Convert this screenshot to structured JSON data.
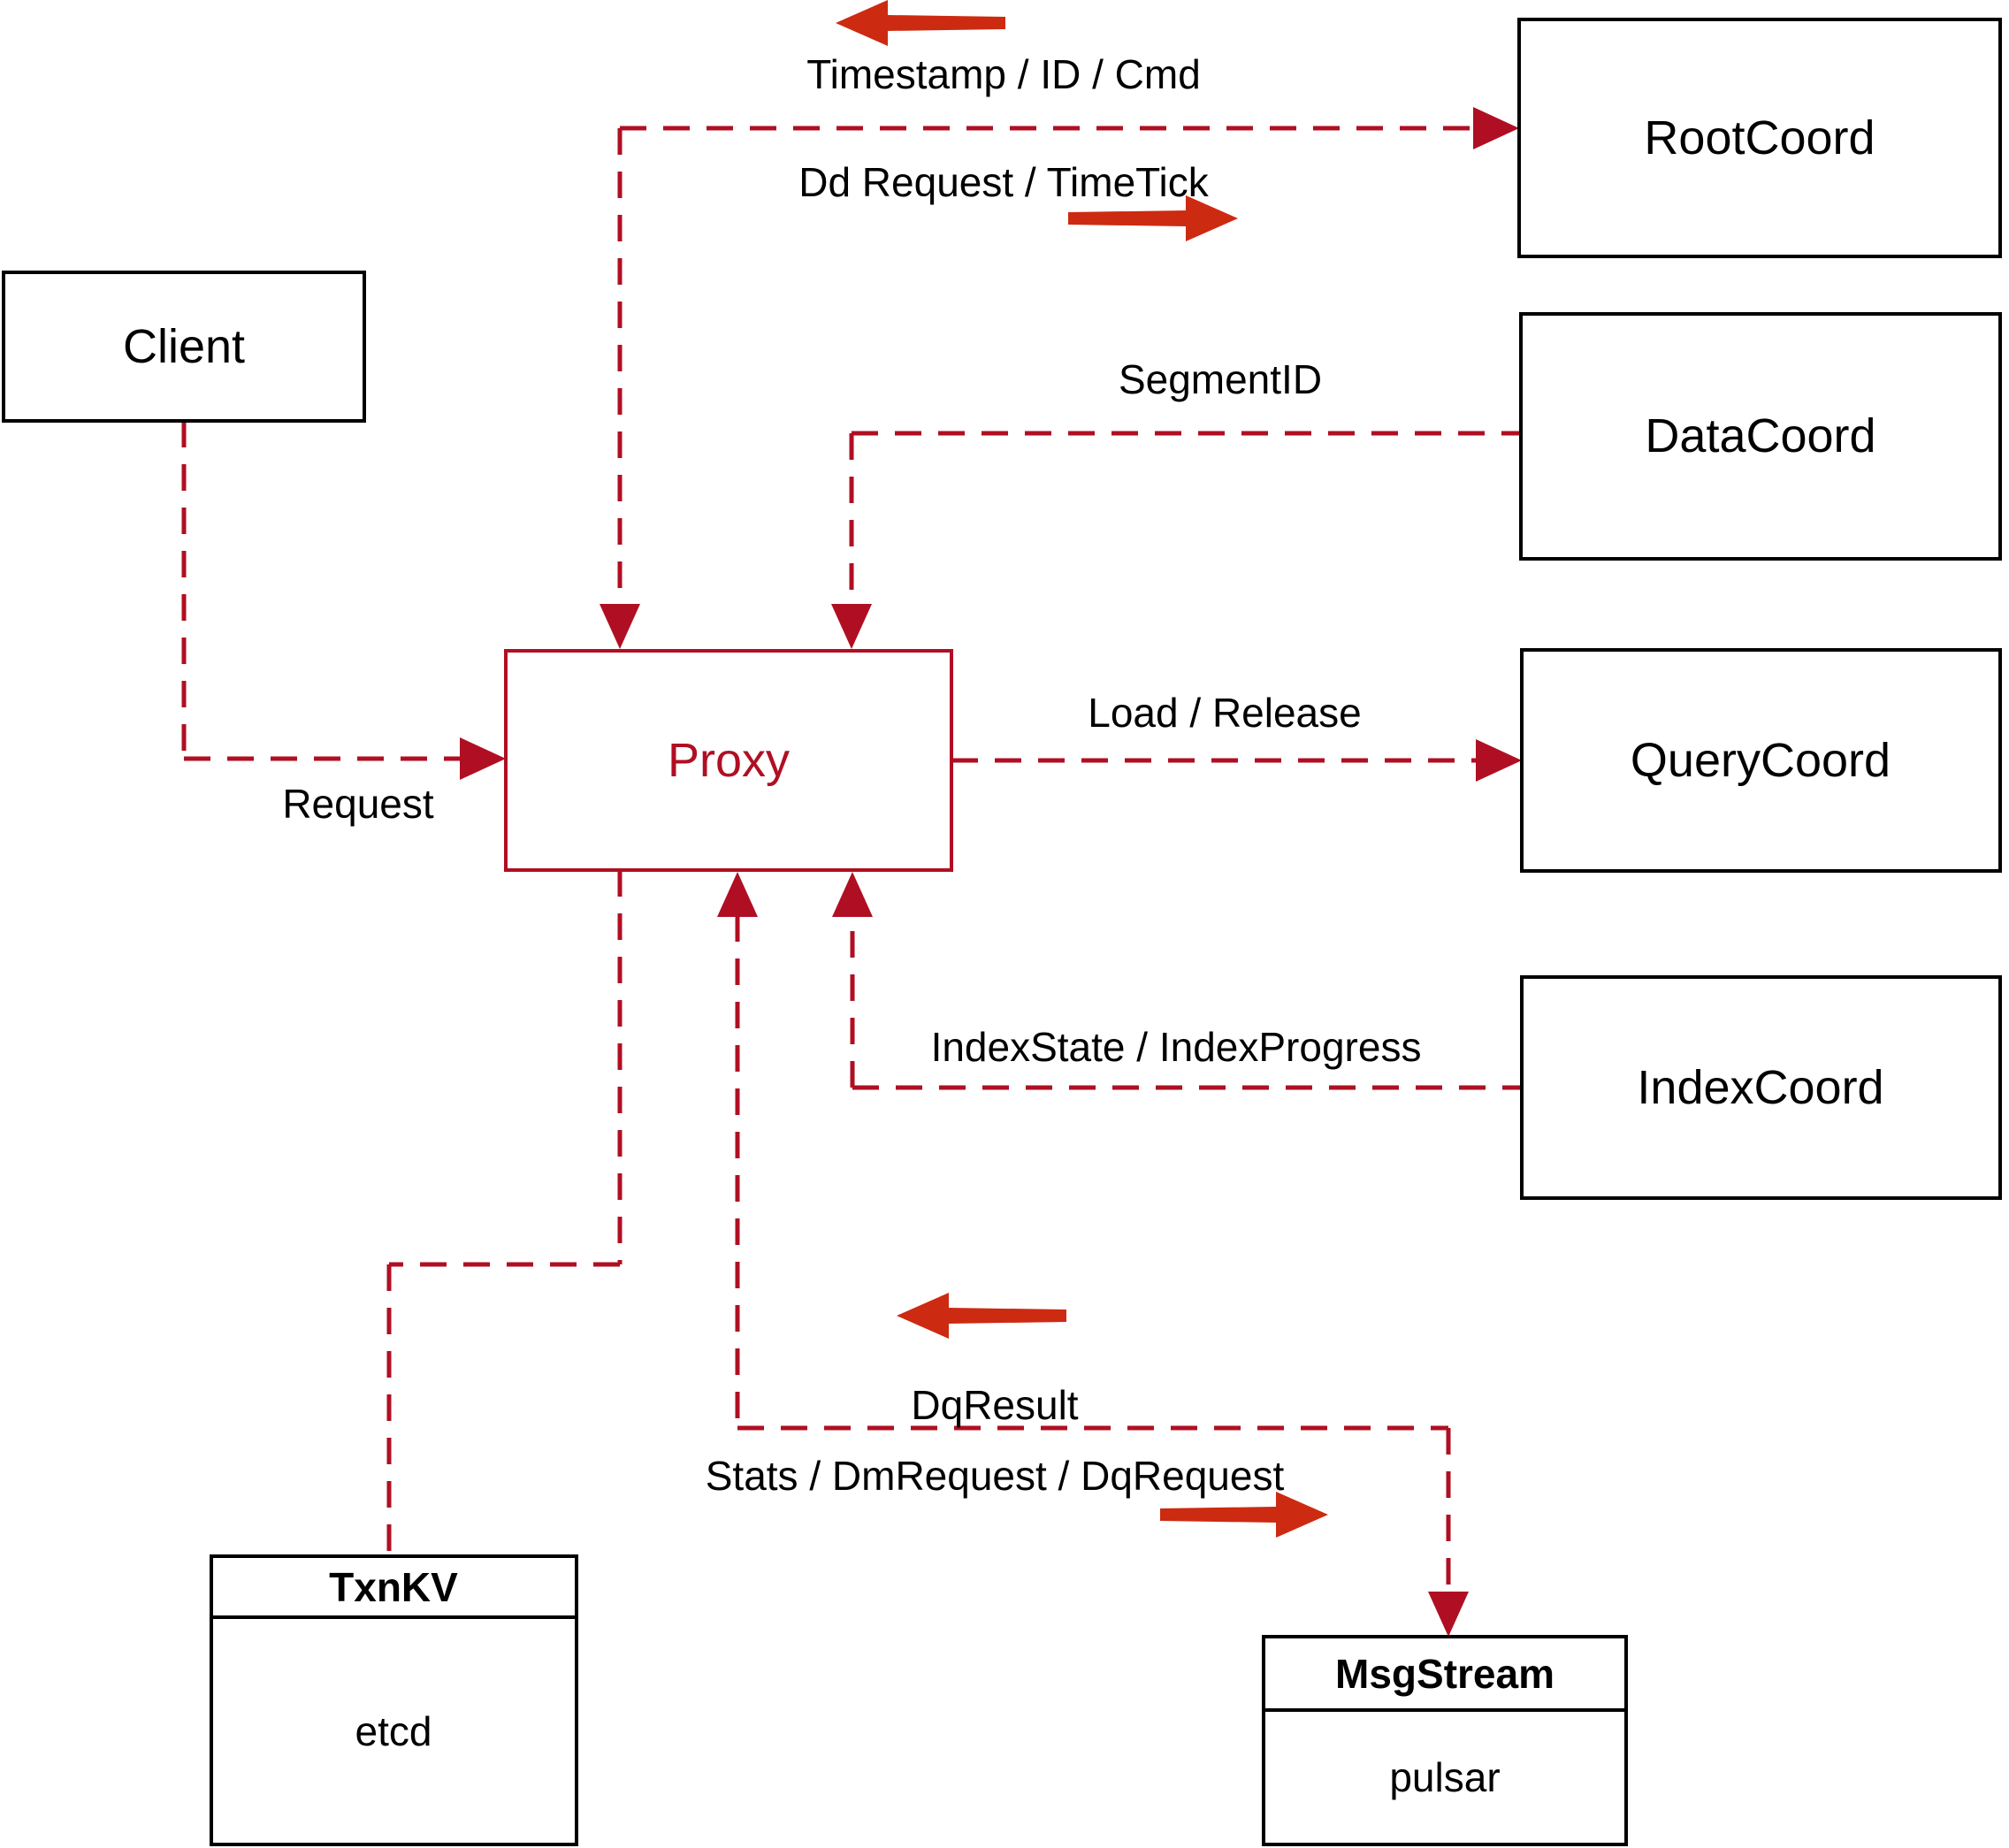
{
  "colors": {
    "line": "#b00f23",
    "big_arrow": "#cd2a12",
    "box_border": "#000000",
    "text": "#000000",
    "background": "#ffffff"
  },
  "nodes": {
    "client": {
      "label": "Client"
    },
    "root_coord": {
      "label": "RootCoord"
    },
    "data_coord": {
      "label": "DataCoord"
    },
    "query_coord": {
      "label": "QueryCoord"
    },
    "index_coord": {
      "label": "IndexCoord"
    },
    "proxy": {
      "label": "Proxy"
    },
    "txn_kv": {
      "title": "TxnKV",
      "implementation": "etcd"
    },
    "msg_stream": {
      "title": "MsgStream",
      "implementation": "pulsar"
    }
  },
  "edge_labels": {
    "timestamp_id_cmd": "Timestamp / ID / Cmd",
    "dd_request_timetick": "Dd Request / TimeTick",
    "segment_id": "SegmentID",
    "request": "Request",
    "load_release": "Load / Release",
    "index_state_progress": "IndexState / IndexProgress",
    "dq_result": "DqResult",
    "stats_dm_dq_request": "Stats / DmRequest / DqRequest"
  },
  "edges": [
    {
      "from": "proxy",
      "to": "root_coord",
      "style": "dashed",
      "labels": [
        "Dd Request / TimeTick",
        "Timestamp / ID / Cmd"
      ],
      "direction": "bidirectional"
    },
    {
      "from": "data_coord",
      "to": "proxy",
      "style": "dashed",
      "labels": [
        "SegmentID"
      ],
      "direction": "to-proxy"
    },
    {
      "from": "client",
      "to": "proxy",
      "style": "dashed",
      "labels": [
        "Request"
      ],
      "direction": "to-proxy"
    },
    {
      "from": "proxy",
      "to": "query_coord",
      "style": "dashed",
      "labels": [
        "Load / Release"
      ],
      "direction": "to-query-coord"
    },
    {
      "from": "index_coord",
      "to": "proxy",
      "style": "dashed",
      "labels": [
        "IndexState / IndexProgress"
      ],
      "direction": "to-proxy"
    },
    {
      "from": "proxy",
      "to": "msg_stream",
      "style": "dashed",
      "labels": [
        "Stats / DmRequest / DqRequest",
        "DqResult"
      ],
      "direction": "bidirectional"
    },
    {
      "from": "proxy",
      "to": "txn_kv",
      "style": "dashed",
      "labels": [],
      "direction": "none"
    }
  ]
}
